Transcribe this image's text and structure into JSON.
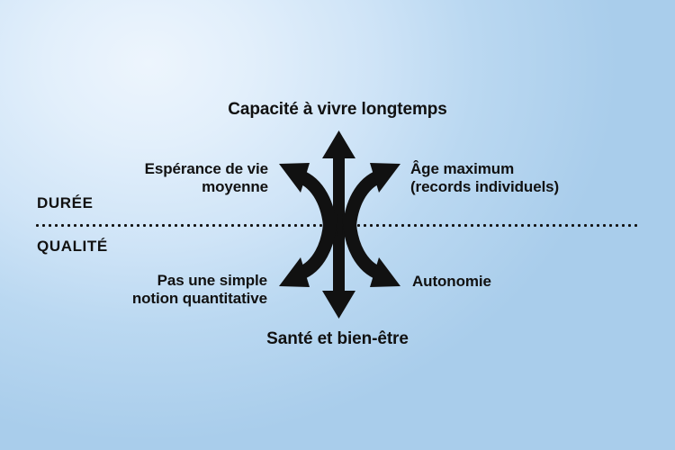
{
  "diagram": {
    "title_top": "Capacité à vivre longtemps",
    "title_bottom": "Santé et bien-être",
    "axis": {
      "upper_label": "DURÉE",
      "lower_label": "QUALITÉ"
    },
    "branches": {
      "upper_left": "Espérance de vie\nmoyenne",
      "upper_right": "Âge maximum\n(records individuels)",
      "lower_left": "Pas une simple\nnotion quantitative",
      "lower_right": "Autonomie"
    },
    "icons": {
      "vertical_double_arrow": "double-headed-vertical-arrow",
      "curved_up_left": "curved-arrow-up-left",
      "curved_up_right": "curved-arrow-up-right",
      "curved_down_left": "curved-arrow-down-left",
      "curved_down_right": "curved-arrow-down-right",
      "divider": "dotted-horizontal-divider"
    },
    "colors": {
      "ink": "#111111",
      "background_light": "#edf5fd",
      "background_dark": "#a9cdeb"
    }
  },
  "chart_data": {
    "type": "diagram",
    "title": "Capacité à vivre longtemps / Santé et bien-être",
    "axis_split": [
      "DURÉE",
      "QUALITÉ"
    ],
    "nodes": [
      {
        "id": "top",
        "label": "Capacité à vivre longtemps",
        "side": "DURÉE",
        "position": "top"
      },
      {
        "id": "upper_left",
        "label": "Espérance de vie moyenne",
        "side": "DURÉE",
        "position": "upper-left"
      },
      {
        "id": "upper_right",
        "label": "Âge maximum (records individuels)",
        "side": "DURÉE",
        "position": "upper-right"
      },
      {
        "id": "lower_left",
        "label": "Pas une simple notion quantitative",
        "side": "QUALITÉ",
        "position": "lower-left"
      },
      {
        "id": "lower_right",
        "label": "Autonomie",
        "side": "QUALITÉ",
        "position": "lower-right"
      },
      {
        "id": "bottom",
        "label": "Santé et bien-être",
        "side": "QUALITÉ",
        "position": "bottom"
      }
    ]
  }
}
